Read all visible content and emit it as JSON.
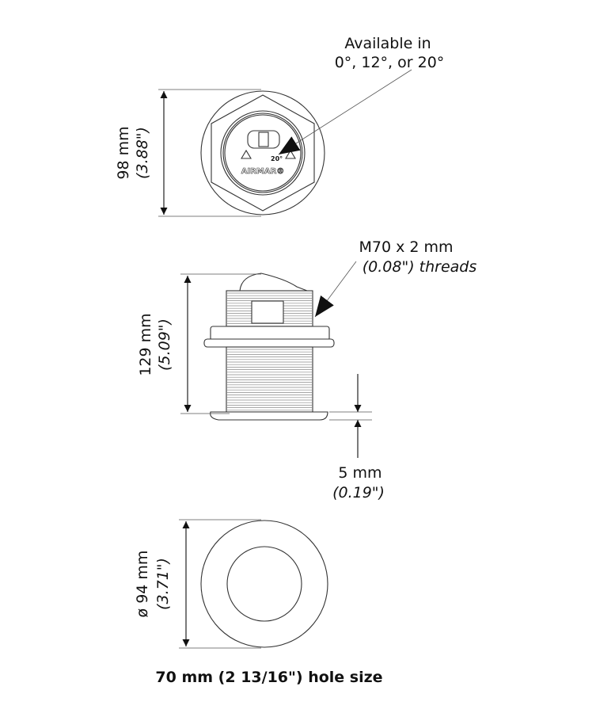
{
  "top_view": {
    "callout_line1": "Available in",
    "callout_line2": "0°, 12°, or 20°",
    "dim_mm": "98 mm",
    "dim_in": "(3.88\")",
    "logo_text": "AIRMAR®",
    "angle_mark": "20°"
  },
  "side_view": {
    "callout_line1": "M70 x 2 mm",
    "callout_line2": "(0.08\") threads",
    "dim_mm": "129 mm",
    "dim_in": "(5.09\")",
    "flange_mm": "5 mm",
    "flange_in": "(0.19\")"
  },
  "bottom_view": {
    "dim_mm": "ø 94 mm",
    "dim_in": "(3.71\")",
    "caption": "70 mm (2 13/16\") hole size"
  },
  "colors": {
    "line": "#222222",
    "background": "#ffffff"
  }
}
